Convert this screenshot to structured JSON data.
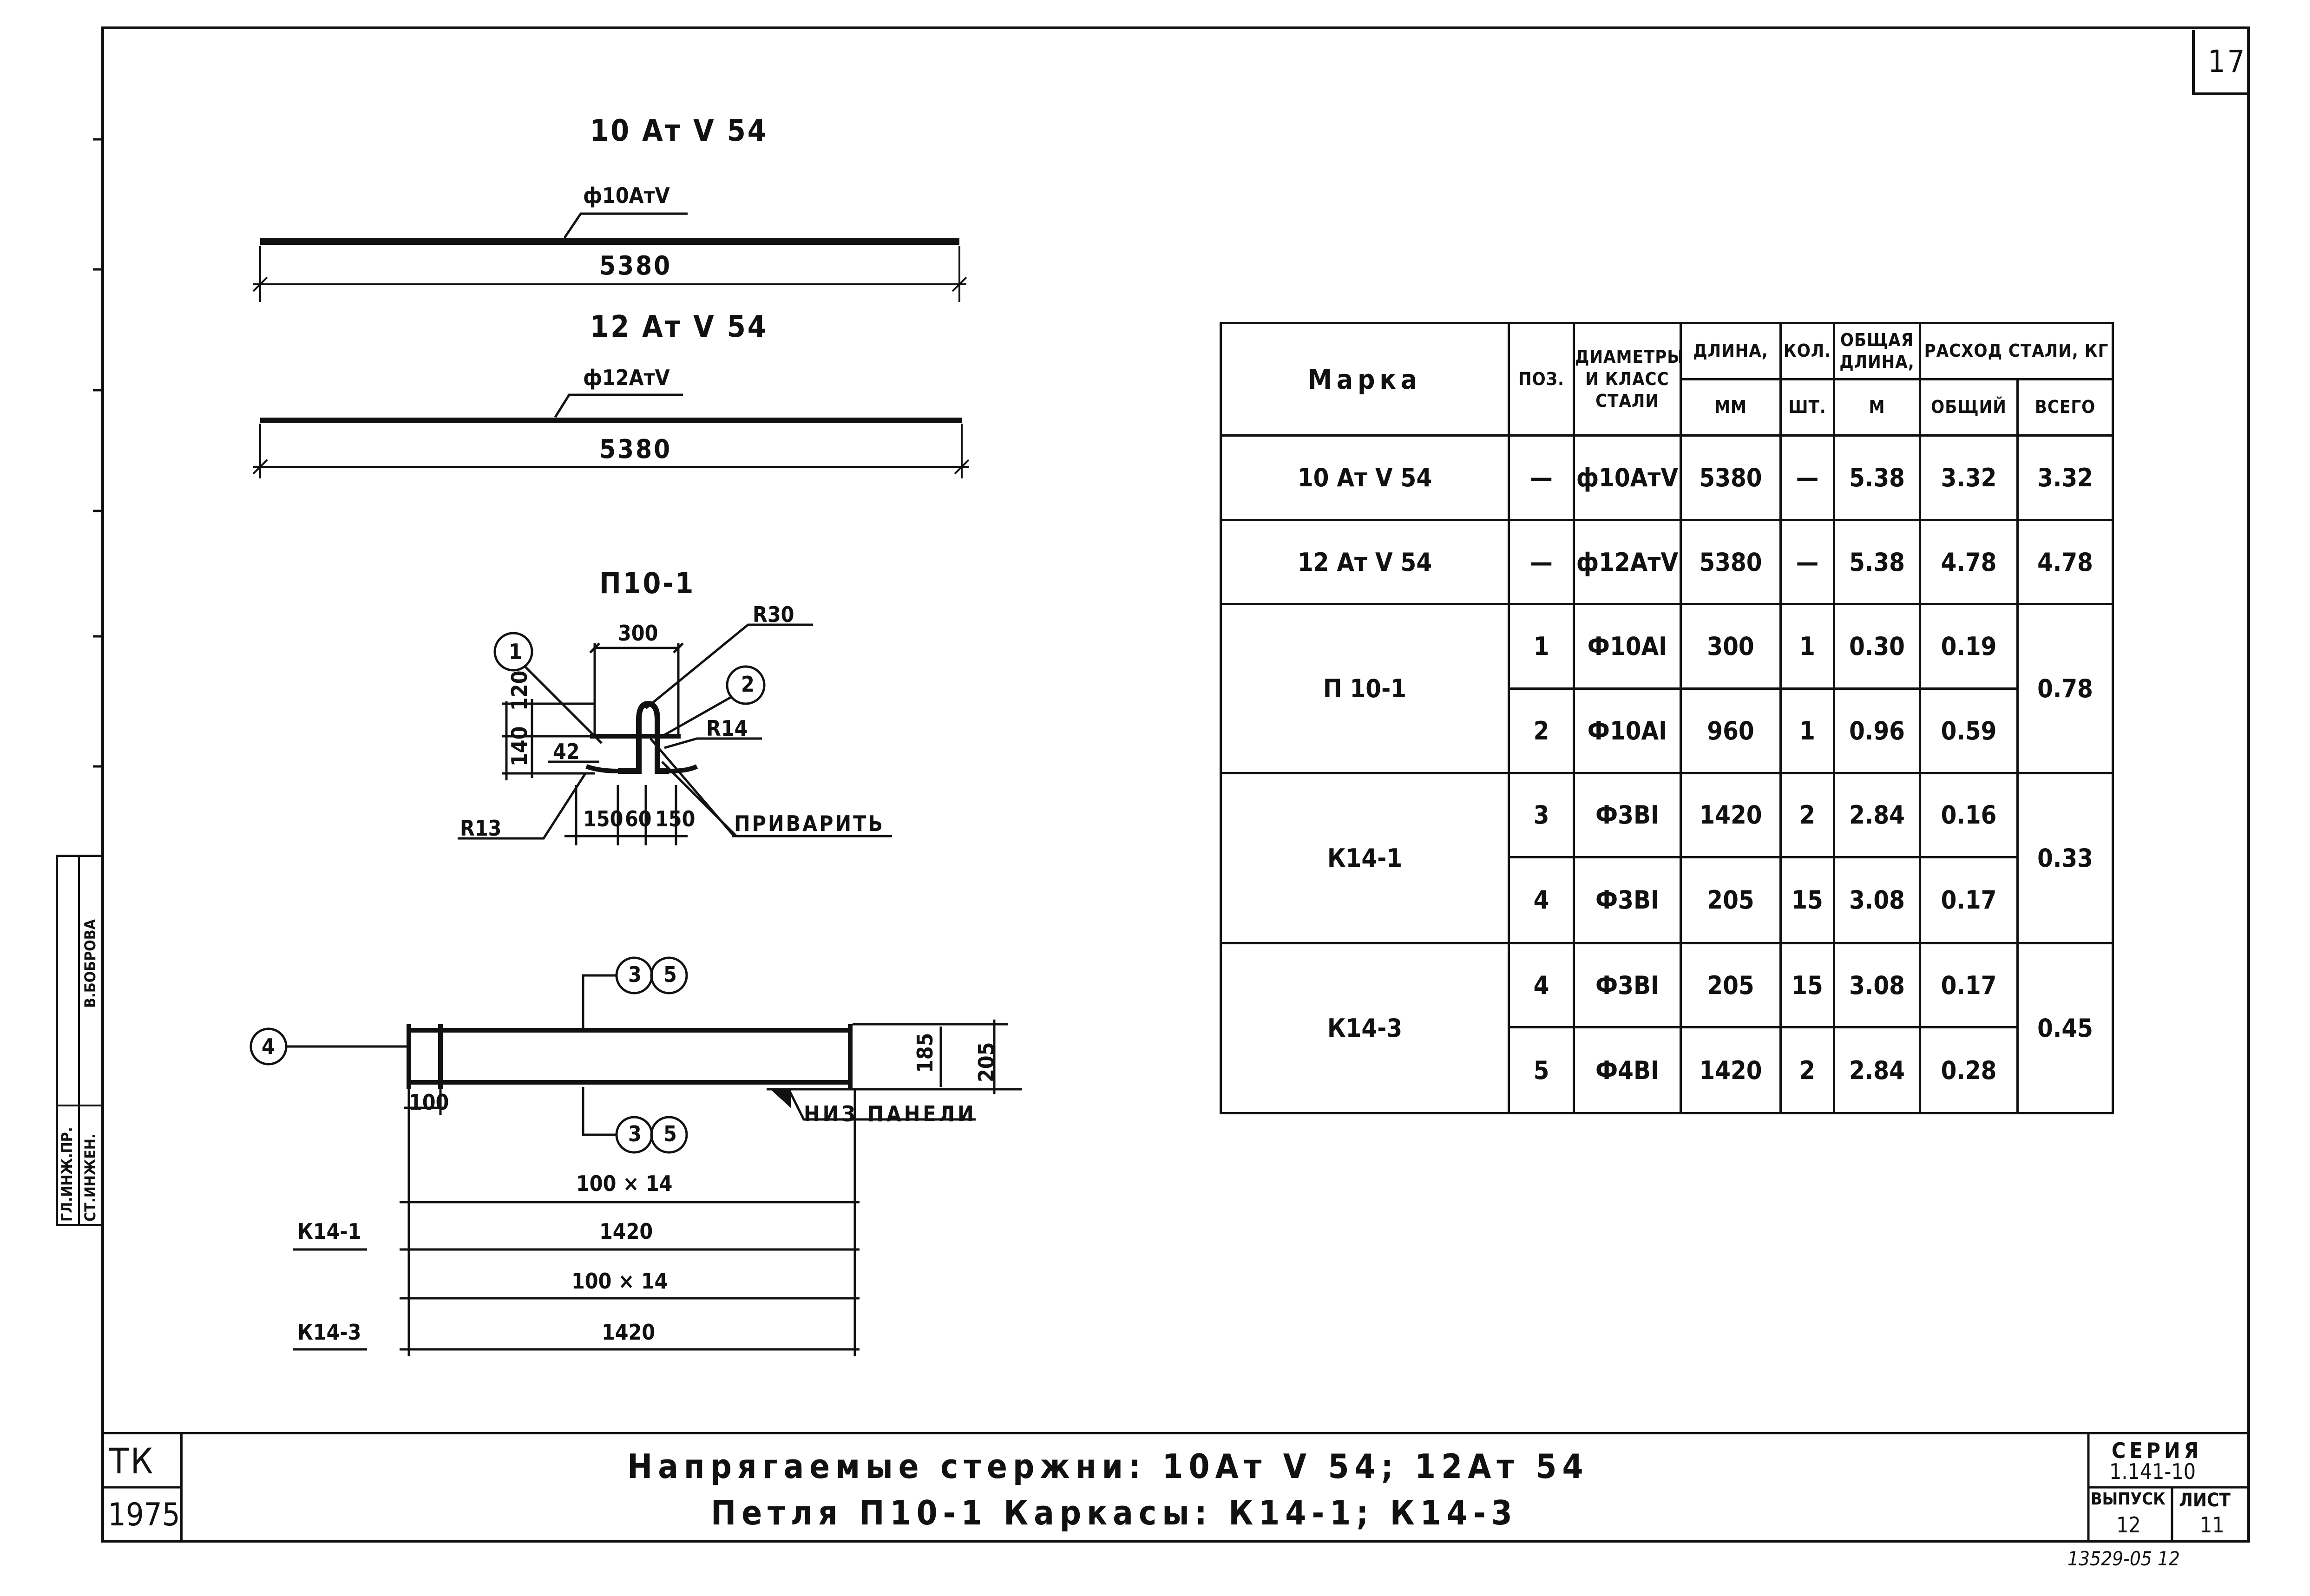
{
  "sheet_corner": "17",
  "bar1": {
    "title": "10 Ат V 54",
    "callout": "ф10АтV",
    "length": "5380"
  },
  "bar2": {
    "title": "12 Ат V 54",
    "callout": "ф12АтV",
    "length": "5380"
  },
  "loop": {
    "title": "П10-1",
    "pos1": "1",
    "pos2": "2",
    "dim_top": "300",
    "radius_top": "R30",
    "radius_right": "R14",
    "radius_left": "R13",
    "dim_v1": "120",
    "dim_v2": "140",
    "dim_h": "42",
    "dim_b1": "150",
    "dim_b2": "60",
    "dim_b3": "150",
    "weld_note": "ПРИВАРИТЬ"
  },
  "cage": {
    "pos_top": "3",
    "pos_top2": "5",
    "pos_bot": "3",
    "pos_bot2": "5",
    "pos_left": "4",
    "dim_185": "185",
    "dim_205": "205",
    "dim_100": "100",
    "panel_note": "НИЗ ПАНЕЛИ",
    "row1_mark": "К14-1",
    "row1_step": "100 × 14",
    "row1_len": "1420",
    "row2_mark": "К14-3",
    "row2_step": "100 × 14",
    "row2_len": "1420"
  },
  "table": {
    "h_mark": "Марка",
    "h_pos": "ПОЗ.",
    "h_diam": "ДИАМЕТРЫ И КЛАСС СТАЛИ",
    "h_len": "ДЛИНА,",
    "h_len_unit": "ММ",
    "h_qty": "КОЛ.",
    "h_qty_unit": "ШТ.",
    "h_total_len": "ОБЩАЯ ДЛИНА,",
    "h_total_len_unit": "М",
    "h_steel": "РАСХОД СТАЛИ, КГ",
    "h_steel_total": "ОБЩИЙ",
    "h_steel_all": "ВСЕГО",
    "rows": [
      {
        "mark": "10 Ат V 54",
        "pos": "—",
        "diam": "ф10АтV",
        "len": "5380",
        "qty": "—",
        "tlen": "5.38",
        "steel": "3.32",
        "all": "3.32"
      },
      {
        "mark": "12 Ат V 54",
        "pos": "—",
        "diam": "ф12АтV",
        "len": "5380",
        "qty": "—",
        "tlen": "5.38",
        "steel": "4.78",
        "all": "4.78"
      },
      {
        "mark": "П 10-1",
        "pos": "1",
        "diam": "Ф10АI",
        "len": "300",
        "qty": "1",
        "tlen": "0.30",
        "steel": "0.19",
        "all": "0.78"
      },
      {
        "pos": "2",
        "diam": "Ф10АI",
        "len": "960",
        "qty": "1",
        "tlen": "0.96",
        "steel": "0.59"
      },
      {
        "mark": "К14-1",
        "pos": "3",
        "diam": "Ф3ВI",
        "len": "1420",
        "qty": "2",
        "tlen": "2.84",
        "steel": "0.16",
        "all": "0.33"
      },
      {
        "pos": "4",
        "diam": "Ф3ВI",
        "len": "205",
        "qty": "15",
        "tlen": "3.08",
        "steel": "0.17"
      },
      {
        "mark": "К14-3",
        "pos": "4",
        "diam": "Ф3ВI",
        "len": "205",
        "qty": "15",
        "tlen": "3.08",
        "steel": "0.17",
        "all": "0.45"
      },
      {
        "pos": "5",
        "diam": "Ф4ВI",
        "len": "1420",
        "qty": "2",
        "tlen": "2.84",
        "steel": "0.28"
      }
    ]
  },
  "title_block": {
    "org": "ТК",
    "year": "1975",
    "line1": "Напрягаемые стержни: 10Ат V 54; 12Ат 54",
    "line2": "Петля П10-1 Каркасы: К14-1; К14-3",
    "series_label": "СЕРИЯ",
    "series_value": "1.141-10",
    "issue_label": "ВЫПУСК",
    "issue_value": "12",
    "sheet_label": "ЛИСТ",
    "sheet_value": "11",
    "footer_code": "13529-05 12"
  },
  "side_stamp": {
    "role1": "ГЛ.ИНЖ.ПР.",
    "role2": "СТ.ИНЖЕН.",
    "name": "В.БОБРОВА"
  }
}
